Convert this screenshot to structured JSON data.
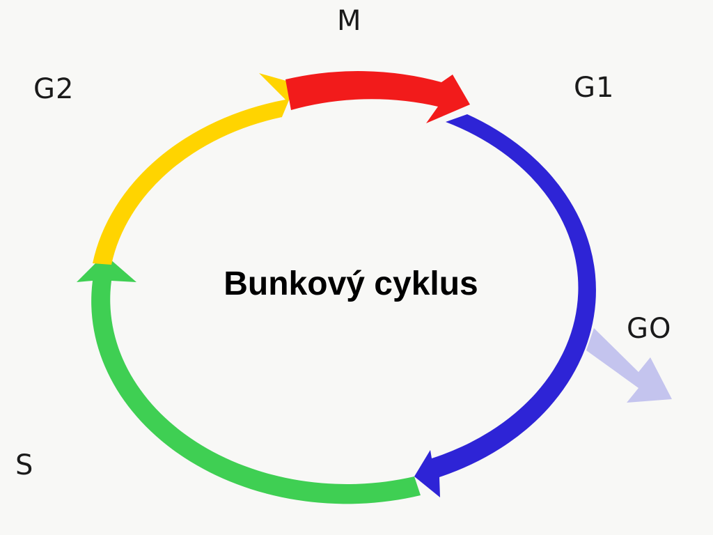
{
  "diagram": {
    "title": "Bunkový cyklus",
    "phases": [
      {
        "id": "m",
        "label": "M",
        "color": "#f21b1b"
      },
      {
        "id": "g1",
        "label": "G1",
        "color": "#2e24d6"
      },
      {
        "id": "s",
        "label": "S",
        "color": "#3fcf53"
      },
      {
        "id": "g2",
        "label": "G2",
        "color": "#ffd400"
      }
    ],
    "exit_phase": {
      "id": "g0",
      "label": "GO",
      "color": "#c4c4ee"
    }
  }
}
